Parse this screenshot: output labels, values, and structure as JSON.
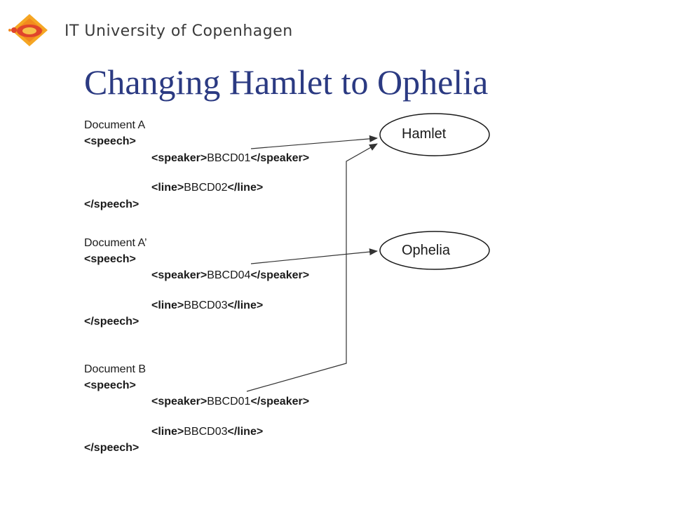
{
  "header": {
    "institution": "IT University of Copenhagen"
  },
  "slide": {
    "title": "Changing Hamlet to Ophelia"
  },
  "documents": [
    {
      "label": "Document A",
      "open_tag": "<speech>",
      "speaker_open": "<speaker>",
      "speaker_value": "BBCD01",
      "speaker_close": "</speaker>",
      "line_open": "<line>",
      "line_value": "BBCD02",
      "line_close": "</line>",
      "close_tag": "</speech>"
    },
    {
      "label": "Document A’",
      "open_tag": "<speech>",
      "speaker_open": "<speaker>",
      "speaker_value": "BBCD04",
      "speaker_close": "</speaker>",
      "line_open": "<line>",
      "line_value": "BBCD03",
      "line_close": "</line>",
      "close_tag": "</speech>"
    },
    {
      "label": "Document B",
      "open_tag": "<speech>",
      "speaker_open": "<speaker>",
      "speaker_value": "BBCD01",
      "speaker_close": "</speaker>",
      "line_open": "<line>",
      "line_value": "BBCD03",
      "line_close": "</line>",
      "close_tag": "</speech>"
    }
  ],
  "nodes": {
    "hamlet": "Hamlet",
    "ophelia": "Ophelia"
  },
  "colors": {
    "title": "#2b3a82",
    "logo_orange": "#f28a1e",
    "logo_red": "#e0452b",
    "text": "#1a1a1a"
  }
}
